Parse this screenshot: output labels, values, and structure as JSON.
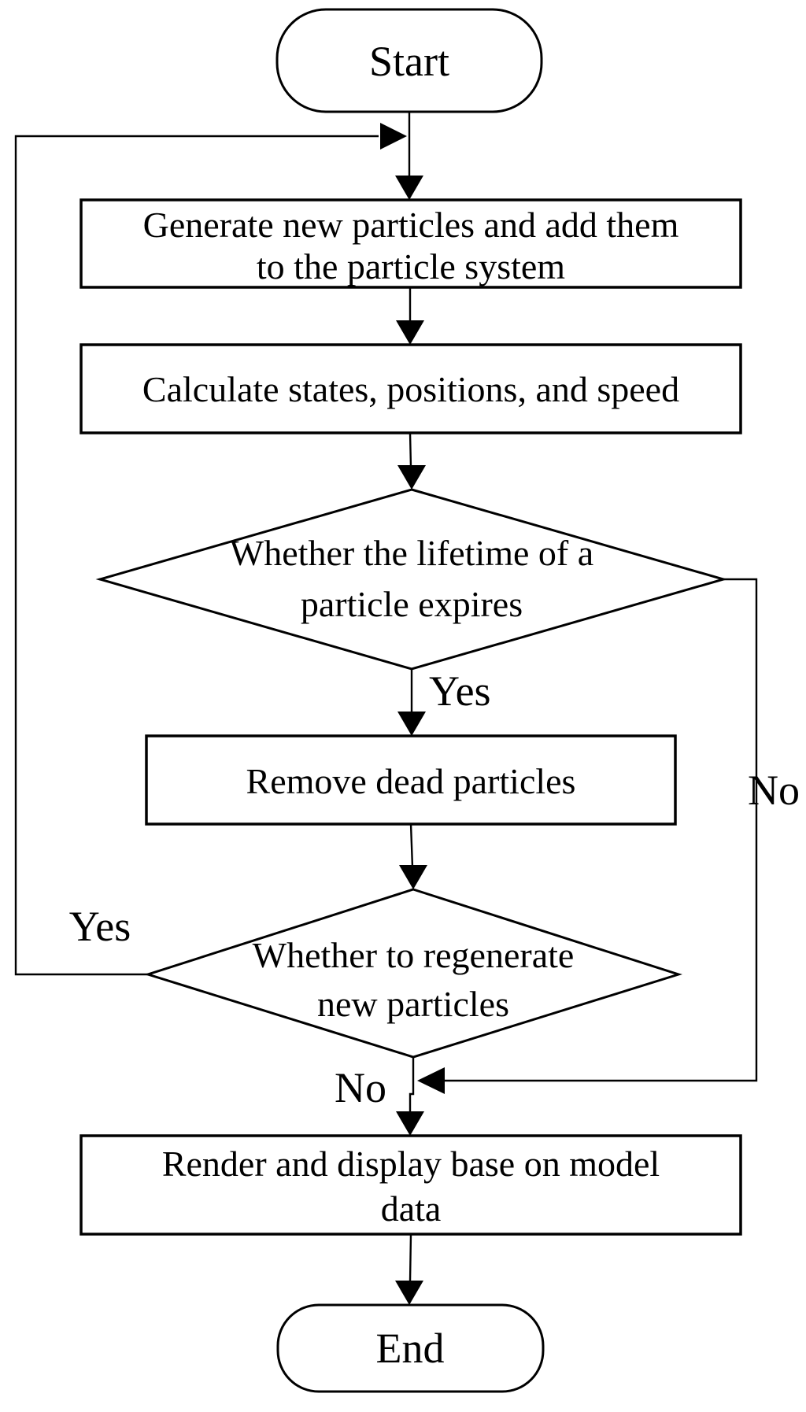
{
  "diagram": {
    "type": "flowchart",
    "colors": {
      "background": "#ffffff",
      "line": "#000000",
      "text": "#000000"
    },
    "nodes": {
      "start": {
        "shape": "terminator",
        "label": "Start"
      },
      "generate": {
        "shape": "process",
        "line1": "Generate new particles and add them",
        "line2": "to the particle system"
      },
      "calculate": {
        "shape": "process",
        "line1": "Calculate states, positions, and speed"
      },
      "lifetime_check": {
        "shape": "decision",
        "line1": "Whether the lifetime of a",
        "line2": "particle expires"
      },
      "remove": {
        "shape": "process",
        "line1": "Remove dead particles"
      },
      "regenerate_check": {
        "shape": "decision",
        "line1": "Whether to regenerate",
        "line2": "new particles"
      },
      "render": {
        "shape": "process",
        "line1": "Render and display base on model",
        "line2": "data"
      },
      "end": {
        "shape": "terminator",
        "label": "End"
      }
    },
    "edge_labels": {
      "lifetime_yes": "Yes",
      "lifetime_no": "No",
      "regenerate_yes": "Yes",
      "regenerate_no": "No"
    }
  }
}
